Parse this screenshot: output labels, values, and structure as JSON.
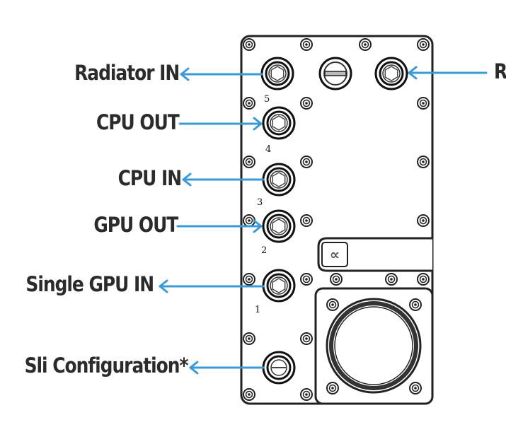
{
  "diagram": {
    "description": "Water block / distribution plate port layout",
    "accent_color": "#3a9ad9",
    "labels": {
      "radiator_in": "Radiator IN",
      "cpu_out": "CPU OUT",
      "cpu_in": "CPU IN",
      "gpu_out": "GPU OUT",
      "single_gpu_in": "Single GPU IN",
      "sli_configuration": "Sli Configuration*",
      "right_cut_label": "R"
    },
    "port_numbers": [
      "5",
      "4",
      "3",
      "2",
      "1"
    ],
    "logo_text": "∝"
  }
}
